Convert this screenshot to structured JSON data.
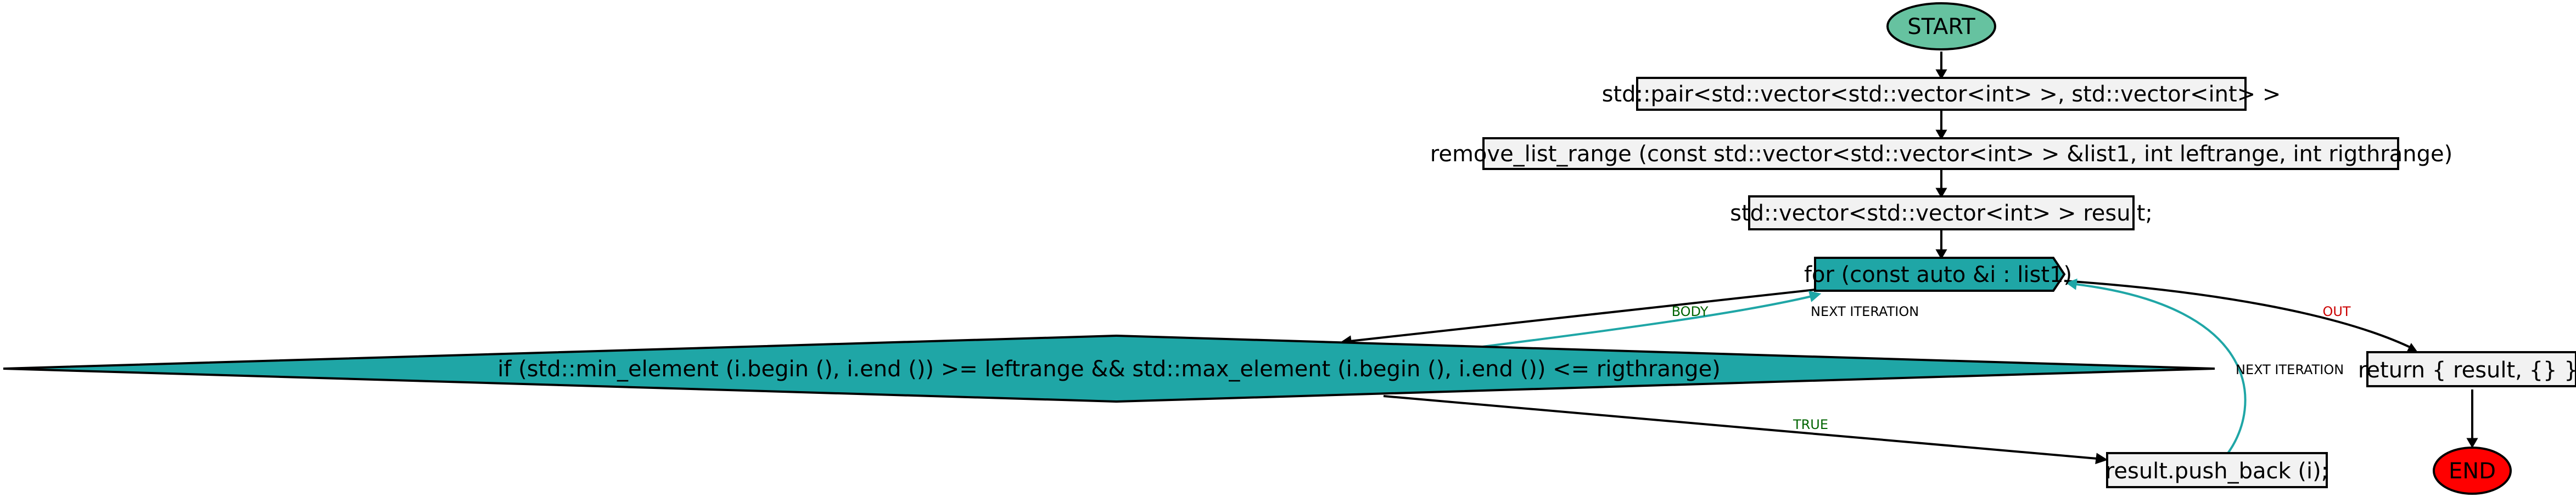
{
  "nodes": {
    "start": "START",
    "signature_return": "std::pair<std::vector<std::vector<int> >, std::vector<int> >",
    "signature_fn": "remove_list_range (const std::vector<std::vector<int> > &list1, int leftrange, int rigthrange)",
    "decl_result": "std::vector<std::vector<int> > result;",
    "for_loop": "for (const auto &i : list1)",
    "if_cond": "if (std::min_element (i.begin (), i.end ()) >= leftrange && std::max_element (i.begin (), i.end ()) <= rigthrange)",
    "push_back": "result.push_back (i);",
    "return_stmt": "return { result, {} };",
    "end": "END"
  },
  "edges": {
    "body": "BODY",
    "next_iteration_1": "NEXT ITERATION",
    "next_iteration_2": "NEXT ITERATION",
    "out": "OUT",
    "true": "TRUE"
  },
  "colors": {
    "start_fill": "#66c2a0",
    "end_fill": "#ff0000",
    "loop_fill": "#1fa6a6",
    "box_fill": "#f2f2f2",
    "teal_edge": "#1fa6a6",
    "label_green": "#006400",
    "label_red": "#cc0000"
  }
}
